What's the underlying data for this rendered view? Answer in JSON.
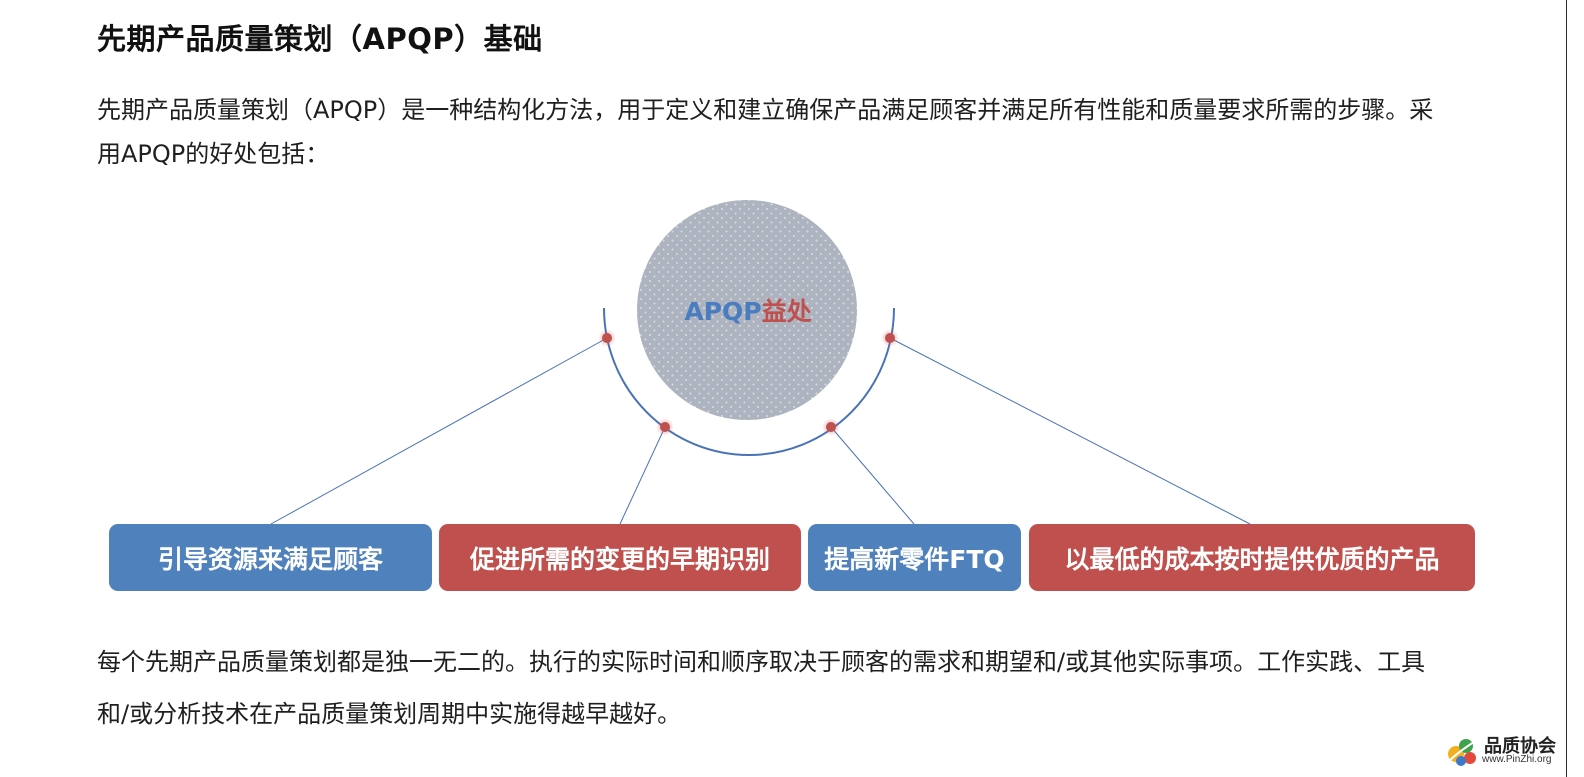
{
  "title": "先期产品质量策划（APQP）基础",
  "intro": "先期产品质量策划（APQP）是一种结构化方法，用于定义和建立确保产品满足顾客并满足所有性能和质量要求所需的步骤。采用APQP的好处包括：",
  "diagram": {
    "center": {
      "part1": "APQP",
      "part2": "益处"
    },
    "benefits": [
      {
        "label": "引导资源来满足顾客",
        "color": "blue"
      },
      {
        "label": "促进所需的变更的早期识别",
        "color": "red"
      },
      {
        "label": "提高新零件FTQ",
        "color": "blue"
      },
      {
        "label": "以最低的成本按时提供优质的产品",
        "color": "red"
      }
    ]
  },
  "closing": "每个先期产品质量策划都是独一无二的。执行的实际时间和顺序取决于顾客的需求和期望和/或其他实际事项。工作实践、工具和/或分析技术在产品质量策划周期中实施得越早越好。",
  "logo": {
    "name": "品质协会",
    "url": "www.PinZhi.org"
  },
  "colors": {
    "blue": "#4f81bd",
    "red": "#c0504d",
    "circle": "#adb4bf",
    "arc": "#4a72b8"
  }
}
